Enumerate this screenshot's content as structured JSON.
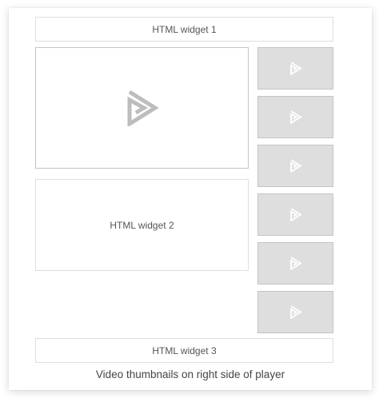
{
  "widgets": {
    "widget1": "HTML widget 1",
    "widget2": "HTML widget 2",
    "widget3": "HTML widget 3"
  },
  "player": {
    "icon": "play-logo-icon",
    "color": "#bdbdbd"
  },
  "thumbnails": [
    {
      "icon": "play-logo-icon"
    },
    {
      "icon": "play-logo-icon"
    },
    {
      "icon": "play-logo-icon"
    },
    {
      "icon": "play-logo-icon"
    },
    {
      "icon": "play-logo-icon"
    },
    {
      "icon": "play-logo-icon"
    }
  ],
  "caption": "Video thumbnails on right side of player",
  "colors": {
    "thumbnail_bg": "#dedede",
    "border": "#c4c4c4",
    "thumb_icon": "#ffffff"
  }
}
